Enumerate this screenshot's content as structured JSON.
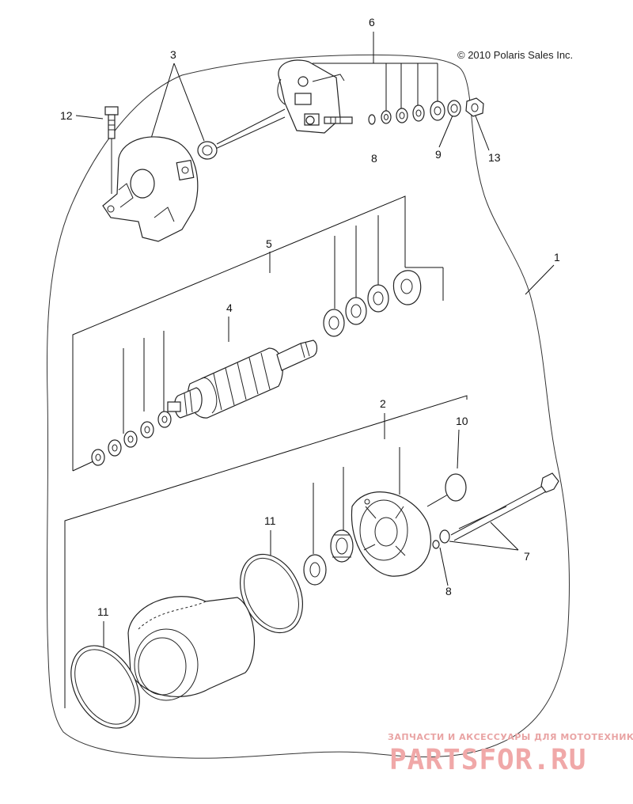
{
  "copyright": "© 2010 Polaris Sales Inc.",
  "watermark": {
    "line1": "ЗАПЧАСТИ И АКСЕССУАРЫ ДЛЯ МОТОТЕХНИКИ",
    "line2": "PARTSFOR.RU"
  },
  "callouts": {
    "c1": "1",
    "c2": "2",
    "c3": "3",
    "c4": "4",
    "c5": "5",
    "c6": "6",
    "c7": "7",
    "c8a": "8",
    "c8b": "8",
    "c9": "9",
    "c10": "10",
    "c11a": "11",
    "c11b": "11",
    "c12": "12",
    "c13": "13"
  }
}
